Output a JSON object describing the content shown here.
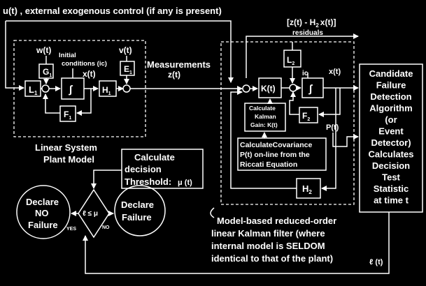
{
  "top_label": "u(t) , external exogenous control (if any is present)",
  "residual_expr": "[z(t) - H",
  "residual_sub": "2",
  "residual_xhat": "x(t)]",
  "residuals_label": "residuals",
  "plant": {
    "title_line1": "Linear System",
    "title_line2": "Plant Model",
    "w_label": "w(t)",
    "initial_line1": "Initial",
    "initial_line2": "conditions (ic)",
    "x_label": "x(t)",
    "v_label": "v(t)",
    "G1": "G",
    "G1_sub": "1",
    "E1": "E",
    "E1_sub": "1",
    "L1": "L",
    "L1_sub": "1",
    "H1": "H",
    "H1_sub": "1",
    "F1": "F",
    "F1_sub": "1",
    "integrator": "∫"
  },
  "measurements_label": "Measurements",
  "z_label": "z(t)",
  "filter": {
    "L2": "L",
    "L2_sub": "2",
    "K": "K(t)",
    "ic": "ic",
    "xhat": "x(t)",
    "integrator": "∫",
    "calc_gain_line1": "Calculate",
    "calc_gain_line2": "Kalman",
    "calc_gain_line3": "Gain: K(t)",
    "F2": "F",
    "F2_sub": "2",
    "P": "P(t)",
    "riccati_line1": "CalculateCovariance",
    "riccati_line2": "P(t) on-line from the",
    "riccati_line3": "Riccati Equation",
    "H2": "H",
    "H2_sub": "2",
    "desc_line1": "Model-based reduced-order",
    "desc_line2": "linear Kalman filter (where",
    "desc_line3": "internal model is SELDOM",
    "desc_line4": "identical to that of the plant)"
  },
  "detector": {
    "lines": [
      "Candidate",
      "Failure",
      "Detection",
      "Algorithm",
      "(or",
      "Event",
      "Detector)",
      "Calculates",
      "Decision",
      "Test",
      "Statistic",
      "at time t"
    ]
  },
  "threshold": {
    "line1": "Calculate",
    "line2": "decision",
    "line3": "Threshold:",
    "mu": "μ (t)"
  },
  "decision": {
    "no_failure_line1": "Declare",
    "no_failure_line2": "NO",
    "no_failure_line3": "Failure",
    "failure_line1": "Declare",
    "failure_line2": "Failure",
    "test": "ℓ ≤ μ",
    "yes": "YES",
    "no": "NO"
  },
  "statistic_label": "ℓ (t)"
}
